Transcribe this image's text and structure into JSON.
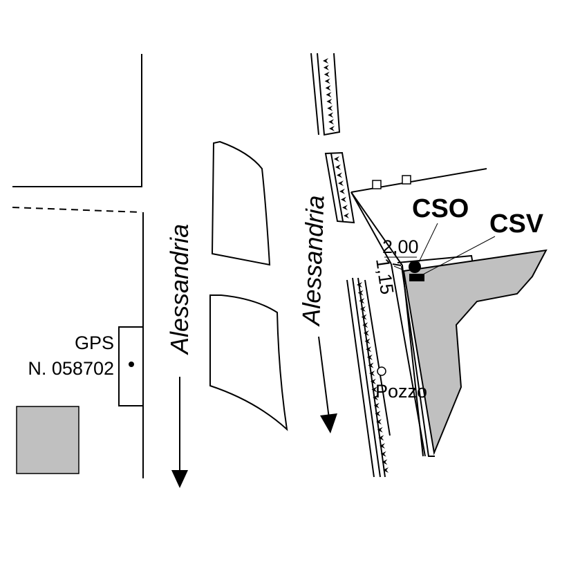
{
  "labels": {
    "street_left": "Alessandria",
    "street_right": "Alessandria",
    "gps_title": "GPS",
    "gps_number": "N. 058702",
    "cso": "CSO",
    "csv": "CSV",
    "well": "Pozzo",
    "dim_horizontal": "2,00",
    "dim_vertical": "1,15"
  },
  "colors": {
    "line": "#000000",
    "fill_gray": "#c0c0c0",
    "background": "#ffffff"
  }
}
